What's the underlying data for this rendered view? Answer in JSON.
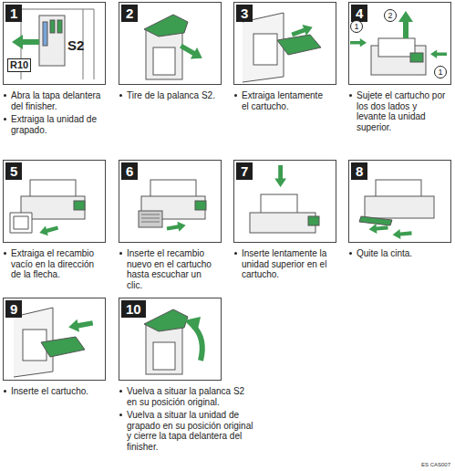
{
  "diagram": {
    "nodes": [
      {
        "text": [
          "1",
          "Abra la tapa delantera del finisher.",
          "Extraiga la unidad de grapado."
        ]
      },
      {
        "text": [
          "2",
          "Tire de la palanca S2."
        ]
      },
      {
        "text": [
          "3",
          "Extraiga lentamente el cartucho."
        ]
      },
      {
        "text": [
          "4",
          "Sujete el cartucho por los dos lados y levante la unidad superior."
        ]
      },
      {
        "text": [
          "5",
          "Extraiga el recambio vacío en la dirección de la flecha."
        ]
      },
      {
        "text": [
          "6",
          "Inserte el recambio nuevo en el cartucho hasta escuchar un clic."
        ]
      },
      {
        "text": [
          "7",
          "Inserte lentamente la unidad superior en el cartucho."
        ]
      },
      {
        "text": [
          "8",
          "Quite la cinta."
        ]
      },
      {
        "text": [
          "9",
          "Inserte el cartucho."
        ]
      },
      {
        "text": [
          "10",
          "Vuelva a situar la palanca S2 en su posición original.",
          "Vuelva a situar la unidad de grapado en su posición original y cierre la tapa delantera del finisher."
        ]
      }
    ],
    "labels": [
      "R10",
      "S2",
      "1",
      "2",
      "1",
      "ES CAS007"
    ]
  }
}
